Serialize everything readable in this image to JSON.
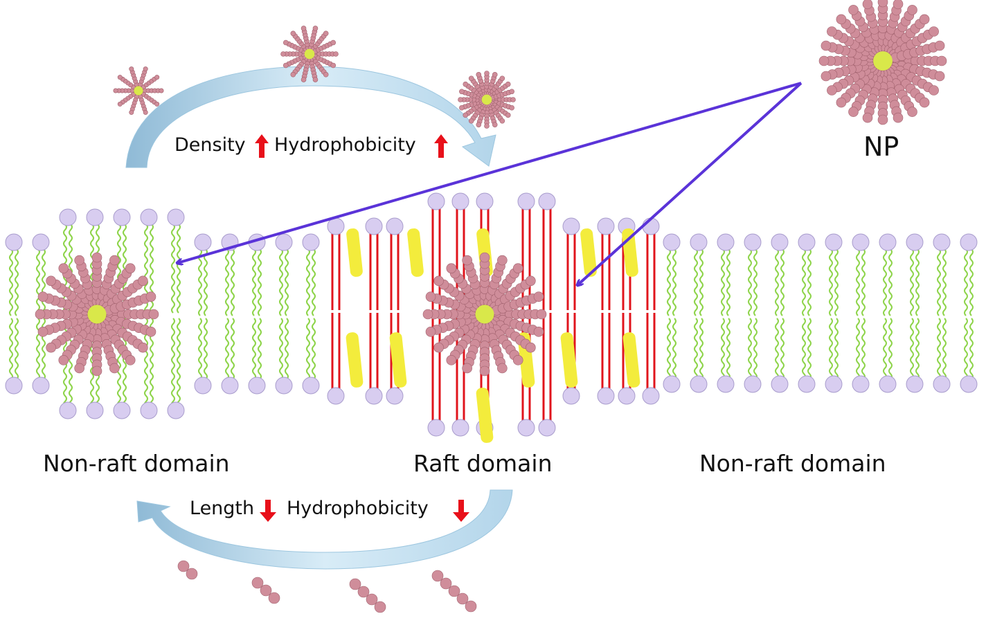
{
  "labels": {
    "np": "NP",
    "left_domain": "Non-raft domain",
    "center_domain": "Raft domain",
    "right_domain": "Non-raft domain",
    "top_density": "Density",
    "top_hydrophobicity": "Hydrophobicity",
    "bottom_length": "Length",
    "bottom_hydrophobicity": "Hydrophobicity"
  },
  "colors": {
    "lipid_head": "#d8cdf0",
    "lipid_tail": "#8ed44a",
    "raft_lipid": "#e0141c",
    "cholesterol": "#f3ec3c",
    "np_bead": "#cf8d9a",
    "np_core": "#d9e84a",
    "pointer_arrow": "#5a33d8",
    "cycle_arrow": "#bcdcef",
    "up_down_arrow": "#e8101a"
  },
  "icons": {
    "up": "up-arrow-icon",
    "down": "down-arrow-icon"
  }
}
